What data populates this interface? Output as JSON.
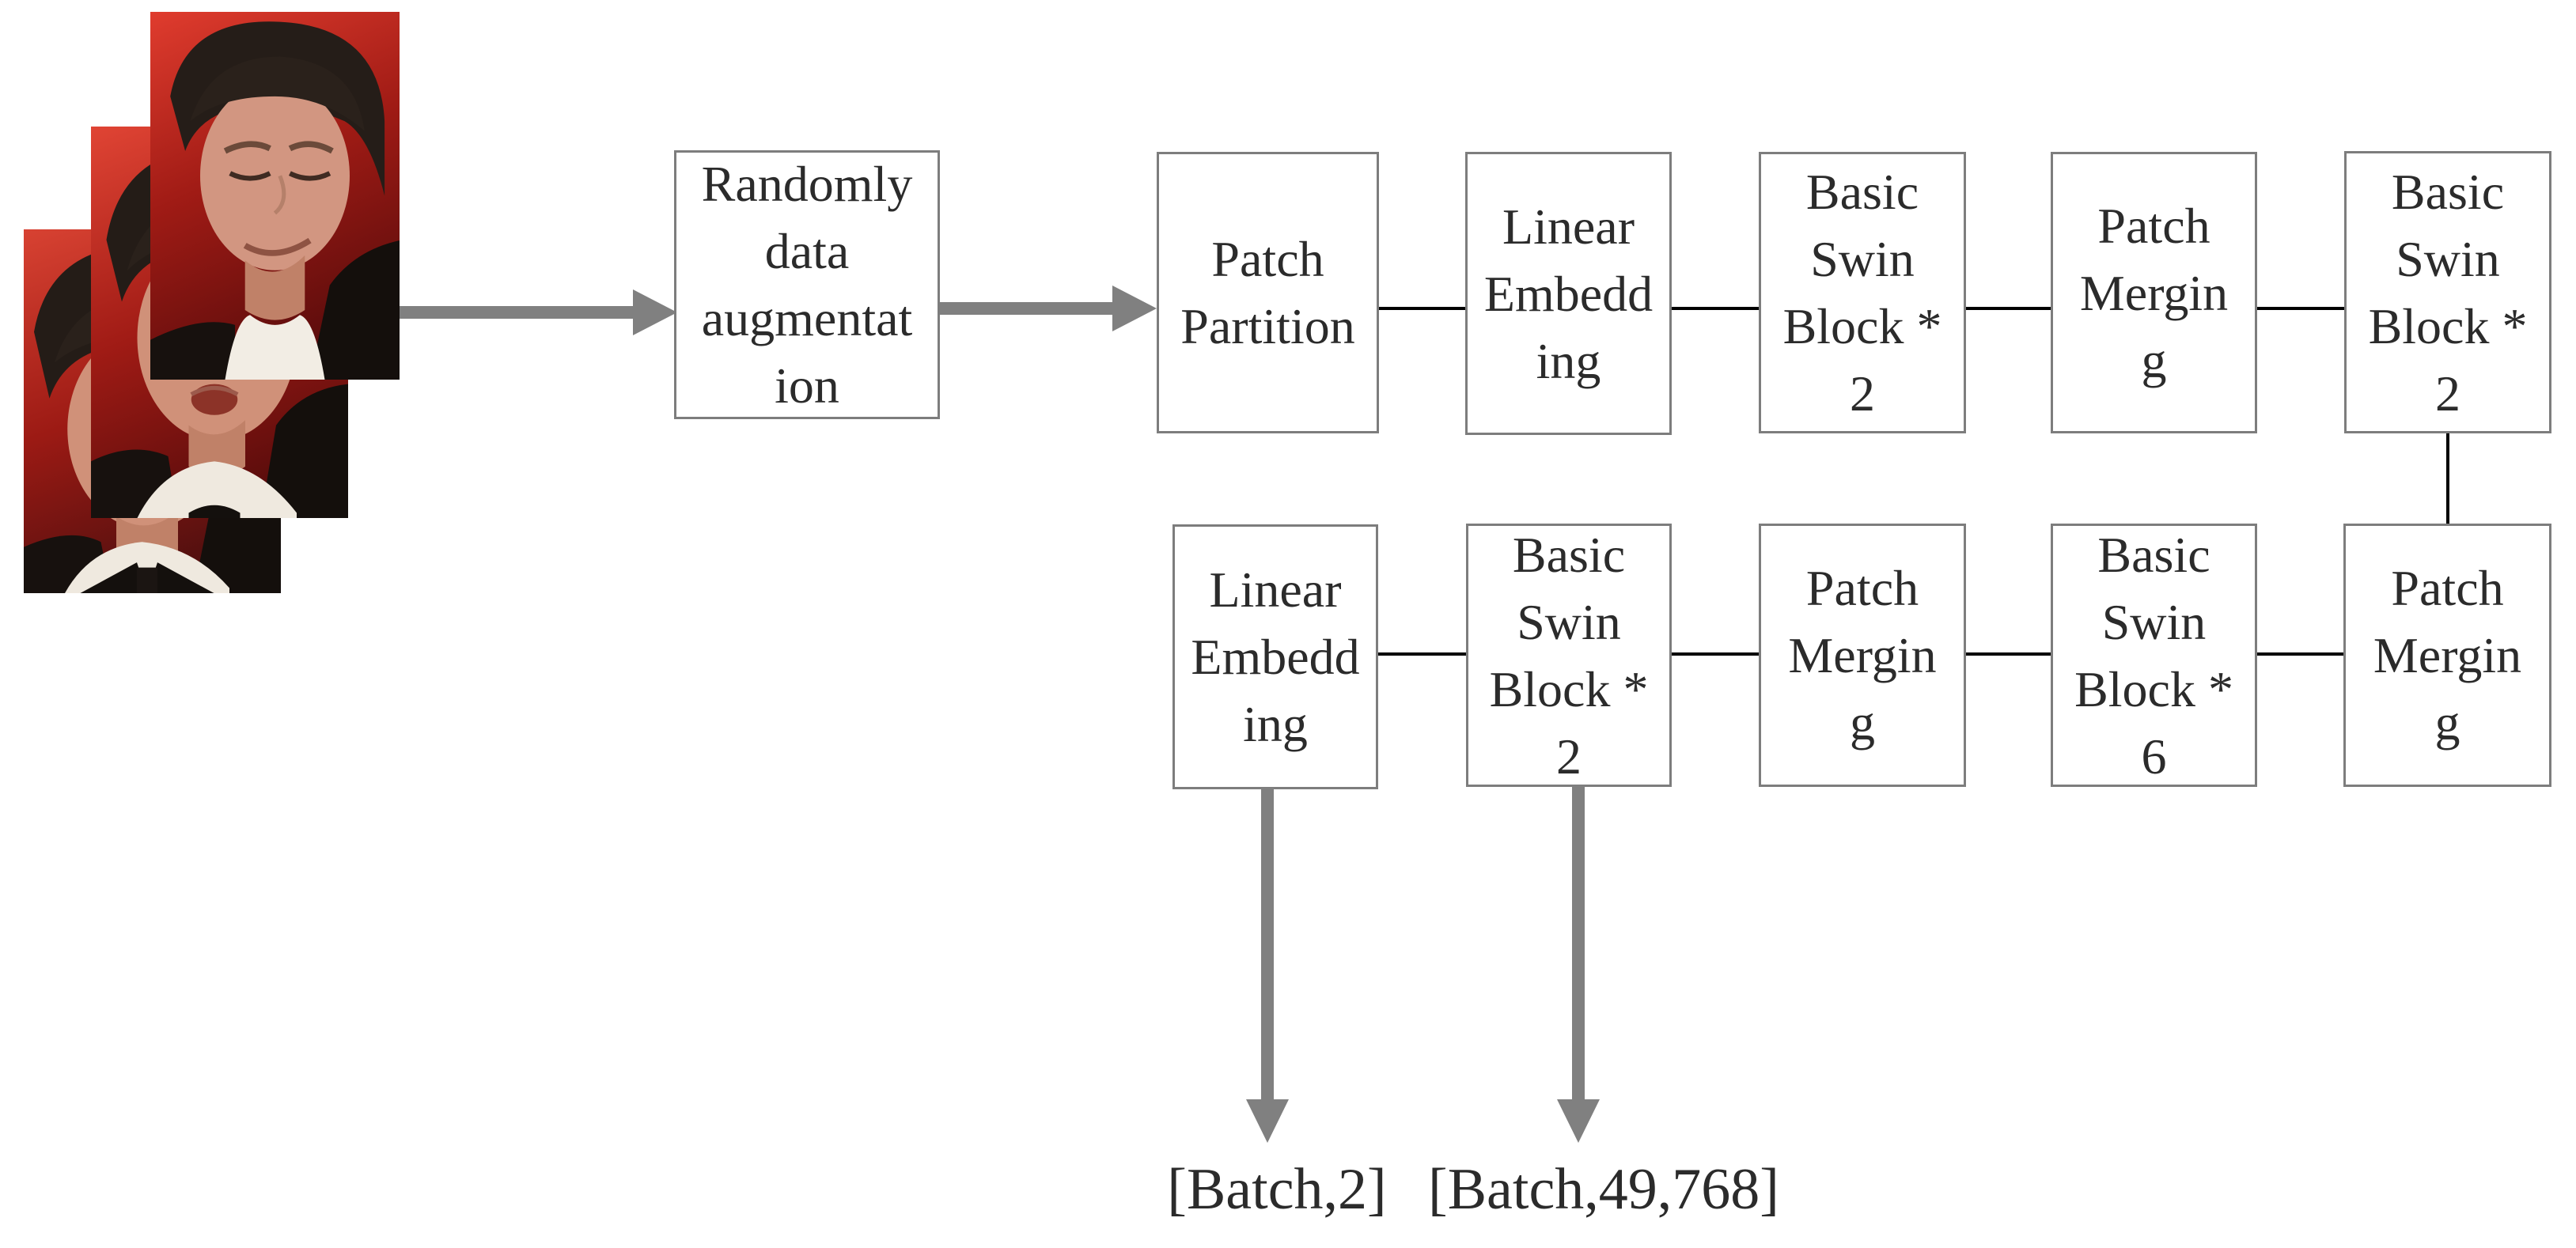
{
  "colors": {
    "background": "#ffffff",
    "box_border": "#7d7d7d",
    "connector_line": "#000000",
    "thick_arrow": "#808080",
    "text": "#2b2b2b"
  },
  "input_stack": {
    "images": [
      {
        "name": "face-photo-back"
      },
      {
        "name": "face-photo-middle"
      },
      {
        "name": "face-photo-front"
      }
    ]
  },
  "boxes": {
    "augmentation": {
      "label": "Randomly data augmentation",
      "lines": [
        "Randomly",
        "data",
        "augmentat",
        "ion"
      ]
    },
    "top_row": [
      {
        "label": "Patch Partition",
        "lines": [
          "Patch",
          "Partition"
        ]
      },
      {
        "label": "Linear Embedding",
        "lines": [
          "Linear",
          "Embedd",
          "ing"
        ]
      },
      {
        "label": "Basic Swin Block * 2",
        "lines": [
          "Basic",
          "Swin",
          "Block *",
          "2"
        ]
      },
      {
        "label": "Patch Merging",
        "lines": [
          "Patch",
          "Mergin",
          "g"
        ]
      },
      {
        "label": "Basic Swin Block * 2",
        "lines": [
          "Basic",
          "Swin",
          "Block *",
          "2"
        ]
      }
    ],
    "bottom_row": [
      {
        "label": "Linear Embedding",
        "lines": [
          "Linear",
          "Embedd",
          "ing"
        ]
      },
      {
        "label": "Basic Swin Block * 2",
        "lines": [
          "Basic",
          "Swin",
          "Block *",
          "2"
        ]
      },
      {
        "label": "Patch Merging",
        "lines": [
          "Patch",
          "Mergin",
          "g"
        ]
      },
      {
        "label": "Basic Swin Block * 6",
        "lines": [
          "Basic",
          "Swin",
          "Block *",
          "6"
        ]
      },
      {
        "label": "Patch Merging",
        "lines": [
          "Patch",
          "Mergin",
          "g"
        ]
      }
    ]
  },
  "outputs": [
    {
      "label": "[Batch,2]"
    },
    {
      "label": "[Batch,49,768]"
    }
  ]
}
